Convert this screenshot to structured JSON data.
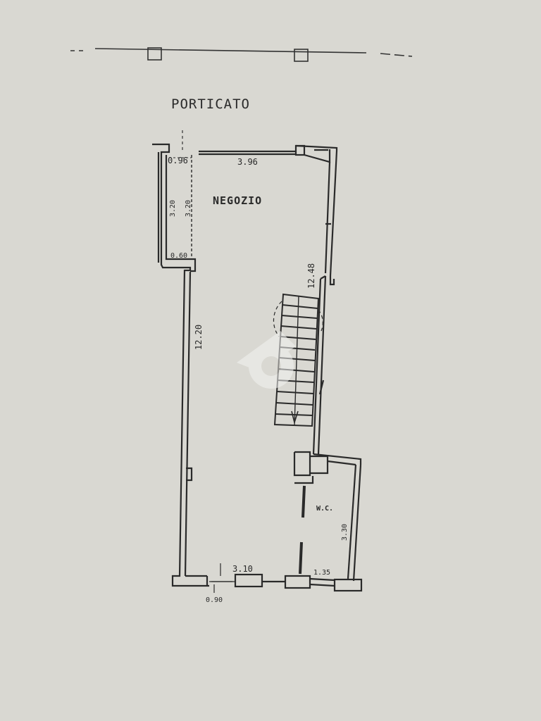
{
  "labels": {
    "porticato": "PORTICATO",
    "negozio": "NEGOZIO",
    "wc": "W.C."
  },
  "dimensions": {
    "top_left_small": "0.96",
    "top_width": "3.96",
    "left_height_a": "3.20",
    "left_height_b": "3.20",
    "step_width": "0.60",
    "left_long": "12.20",
    "right_long": "12.48",
    "bottom_left": "3.10",
    "bottom_right": "1.35",
    "wc_height": "3.30",
    "door_width": "0.90"
  },
  "colors": {
    "paper": "#d9d8d2",
    "ink": "#2a2a2a"
  }
}
